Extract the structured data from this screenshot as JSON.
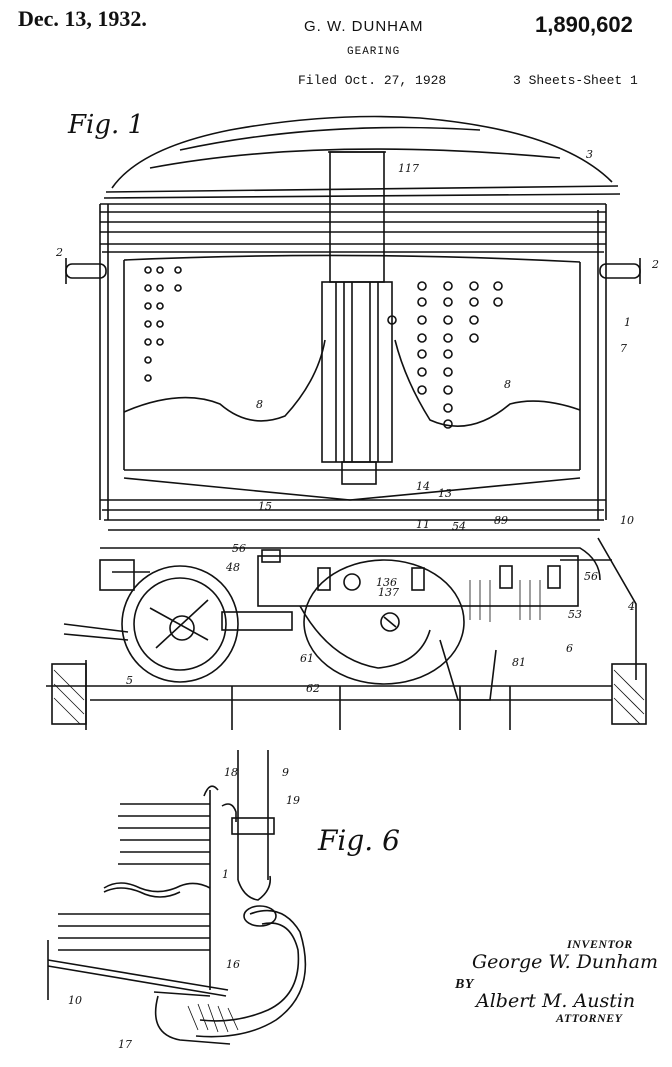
{
  "header": {
    "date": "Dec. 13, 1932.",
    "inventor_name": "G. W. DUNHAM",
    "patent_number": "1,890,602",
    "title": "GEARING",
    "filed": "Filed Oct. 27, 1928",
    "sheets": "3 Sheets-Sheet 1"
  },
  "figures": {
    "fig1_label": "Fig. 1",
    "fig6_label": "Fig. 6"
  },
  "reference_numerals": {
    "fig1": [
      "117",
      "3",
      "2",
      "2",
      "1",
      "7",
      "8",
      "8",
      "14",
      "13",
      "15",
      "89",
      "10",
      "11",
      "54",
      "56",
      "56",
      "48",
      "136",
      "137",
      "4",
      "53",
      "6",
      "5",
      "61",
      "81",
      "62"
    ],
    "fig6": [
      "18",
      "9",
      "19",
      "1",
      "16",
      "10",
      "17"
    ]
  },
  "signature_block": {
    "inventor_label": "INVENTOR",
    "inventor_signature": "George W. Dunham",
    "by_label": "BY",
    "attorney_signature": "Albert M. Austin",
    "attorney_label": "ATTORNEY"
  }
}
